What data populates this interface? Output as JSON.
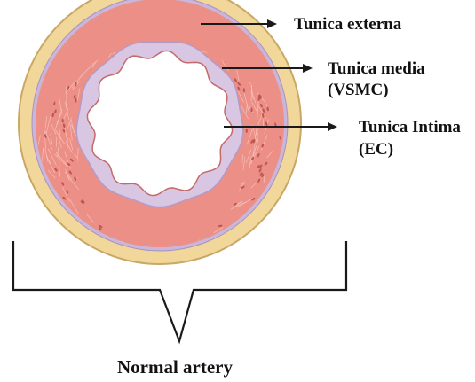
{
  "labels": {
    "externa": "Tunica externa",
    "media_line1": "Tunica media",
    "media_line2": "(VSMC)",
    "intima_line1": "Tunica Intima",
    "intima_line2": "(EC)",
    "caption": "Normal artery"
  },
  "colors": {
    "externa_fill": "#f2d79b",
    "externa_edge": "#c9a764",
    "elastic_lamina": "#c9b6d8",
    "media_fill": "#ec8f86",
    "media_fiber": "#f7c3bc",
    "media_nucleus": "#c0574f",
    "intima": "#d9c6e3",
    "lumen": "#ffffff",
    "outline": "#1a1a1a"
  }
}
